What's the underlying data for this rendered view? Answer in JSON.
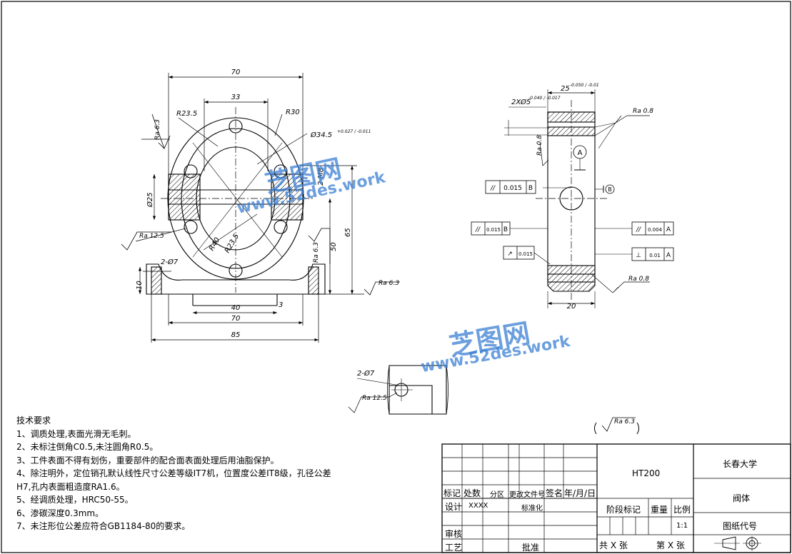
{
  "dims": {
    "d70_top": "70",
    "d33": "33",
    "r235_top": "R23.5",
    "r30": "R30",
    "dia345": "Ø34.5",
    "dia345_tol": "+0.027 / -0.011",
    "rz_axis": "2-M8",
    "dia25": "Ø25",
    "r235_low": "R23.5",
    "r40": "R40",
    "d50": "50",
    "d65": "65",
    "d10": "10",
    "d2phi7": "2-Ø7",
    "d40": "40",
    "d3": "3",
    "d70_bot": "70",
    "d85": "85",
    "d25": "25",
    "d25_tol": "-0.050 / -0.01",
    "d2x5": "2XØ5",
    "d2x5_tol": "-0.040 / -0.017",
    "d20": "20",
    "d2phi7_detail": "2-Ø7"
  },
  "roughness": {
    "ra63_a": "Ra 6.3",
    "ra125_a": "Ra 12.5",
    "ra63_b": "Ra 6.3",
    "ra63_c": "Ra 6.3",
    "ra08_a": "Ra 0.8",
    "ra08_b": "Ra 0.8",
    "ra08_c": "Ra 0.8",
    "ra125_b": "Ra 12.5",
    "ra63_general": "Ra 6.3"
  },
  "gdt": {
    "f1_sym": "//",
    "f1_val": "0.015",
    "f1_ref": "B",
    "f2_sym": "//",
    "f2_val": "0.015",
    "f2_ref": "B",
    "f3_sym": "//",
    "f3_val": "0.004",
    "f3_ref": "A",
    "f4_sym": "↗",
    "f4_val": "0.015",
    "f5_sym": "⊥",
    "f5_val": "0.01",
    "f5_ref": "A",
    "datum_a": "A",
    "datum_b": "B"
  },
  "watermark": {
    "brand": "芝图网",
    "url": "www.52des.work"
  },
  "notes": {
    "title": "技术要求",
    "items": [
      "1、调质处理,表面光滑无毛刺。",
      "2、未标注倒角C0.5,未注圆角R0.5。",
      "3、工件表面不得有划伤，重要部件的配合面表面处理后用油脂保护。",
      "4、除注明外，定位销孔默认线性尺寸公差等级IT7机，位置度公差IT8级，孔径公差",
      "H7,孔内表面粗造度RA1.6。",
      "5、经调质处理，HRC50-55。",
      "6、渗碳深度0.3mm。",
      "7、未注形位公差应符合GB1184-80的要求。"
    ]
  },
  "titleblock": {
    "mark": "标记",
    "count": "处数",
    "zone": "分区",
    "change_doc": "更改文件号",
    "sign": "签名",
    "date": "年/月/日",
    "design": "设计",
    "designer": "XXXX",
    "standard": "标准化",
    "review": "审核",
    "process": "工艺",
    "approve": "批准",
    "material": "HT200",
    "school": "长春大学",
    "part_name": "阀体",
    "drawing_no": "图纸代号",
    "stage": "阶段标记",
    "weight": "重量",
    "scale_label": "比例",
    "scale": "1:1",
    "total": "共 X 张",
    "sheet": "第 X 张"
  }
}
